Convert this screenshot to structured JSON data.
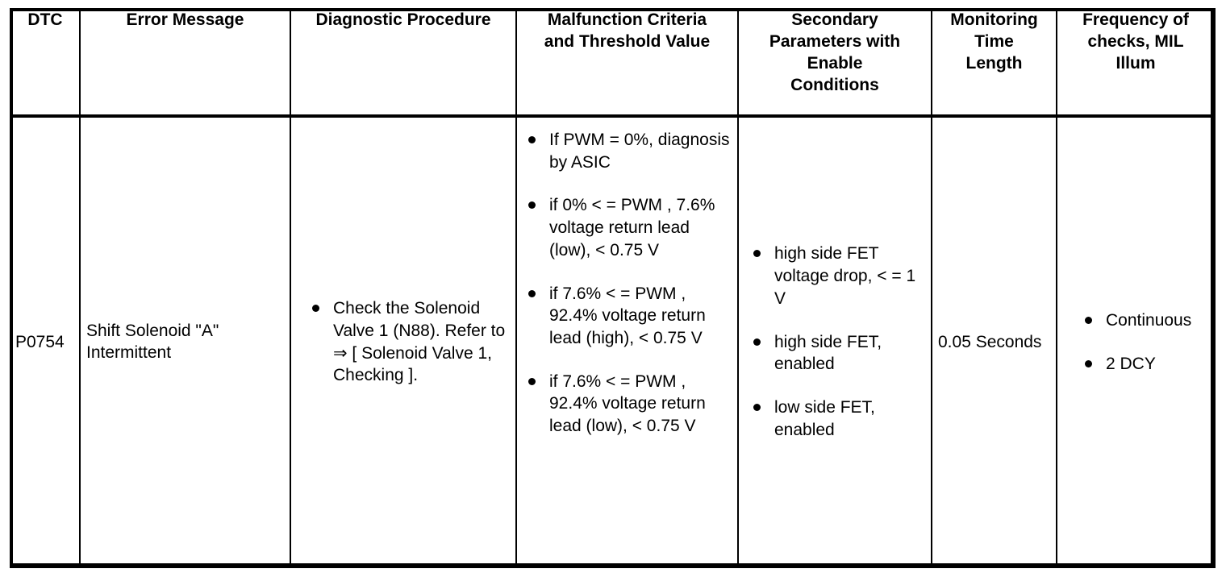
{
  "table": {
    "columns": [
      {
        "key": "dtc",
        "label": "DTC"
      },
      {
        "key": "err",
        "label": "Error Message"
      },
      {
        "key": "proc",
        "label": "Diagnostic Procedure"
      },
      {
        "key": "malf",
        "label": "Malfunction Criteria and Threshold Value"
      },
      {
        "key": "sec",
        "label": "Secondary Parameters with Enable Conditions"
      },
      {
        "key": "mon",
        "label": "Monitoring Time Length"
      },
      {
        "key": "freq",
        "label": "Frequency of checks, MIL Illum"
      }
    ],
    "header": {
      "dtc": "DTC",
      "error_message": "Error Message",
      "diagnostic_procedure": "Diagnostic Procedure",
      "malfunction_criteria_line1": "Malfunction Criteria",
      "malfunction_criteria_line2": "and Threshold Value",
      "secondary_parameters_line1": "Secondary",
      "secondary_parameters_line2": "Parameters with",
      "secondary_parameters_line3": "Enable",
      "secondary_parameters_line4": "Conditions",
      "monitoring_time_line1": "Monitoring",
      "monitoring_time_line2": "Time",
      "monitoring_time_line3": "Length",
      "frequency_line1": "Frequency of",
      "frequency_line2": "checks, MIL",
      "frequency_line3": "Illum"
    },
    "rows": [
      {
        "dtc": "P0754",
        "error_message": "Shift Solenoid \"A\" Intermittent",
        "diagnostic_procedure": [
          "Check the Solenoid Valve 1 (N88). Refer to ⇒ [ Solenoid Valve 1, Checking ]."
        ],
        "malfunction_criteria": [
          "If PWM = 0%, diagnosis by ASIC",
          "if 0% < = PWM , 7.6% voltage return lead (low), < 0.75 V",
          "if 7.6% < = PWM , 92.4% voltage return lead (high), < 0.75 V",
          "if 7.6% < = PWM , 92.4% voltage return lead (low), < 0.75 V"
        ],
        "secondary_parameters": [
          "high side FET voltage drop, < = 1 V",
          "high side FET, enabled",
          "low side FET, enabled"
        ],
        "monitoring_time_length": "0.05 Seconds",
        "frequency_of_checks": [
          "Continuous",
          "2 DCY"
        ]
      }
    ]
  },
  "style": {
    "border_color": "#000000",
    "text_color": "#000000",
    "background": "#ffffff"
  }
}
